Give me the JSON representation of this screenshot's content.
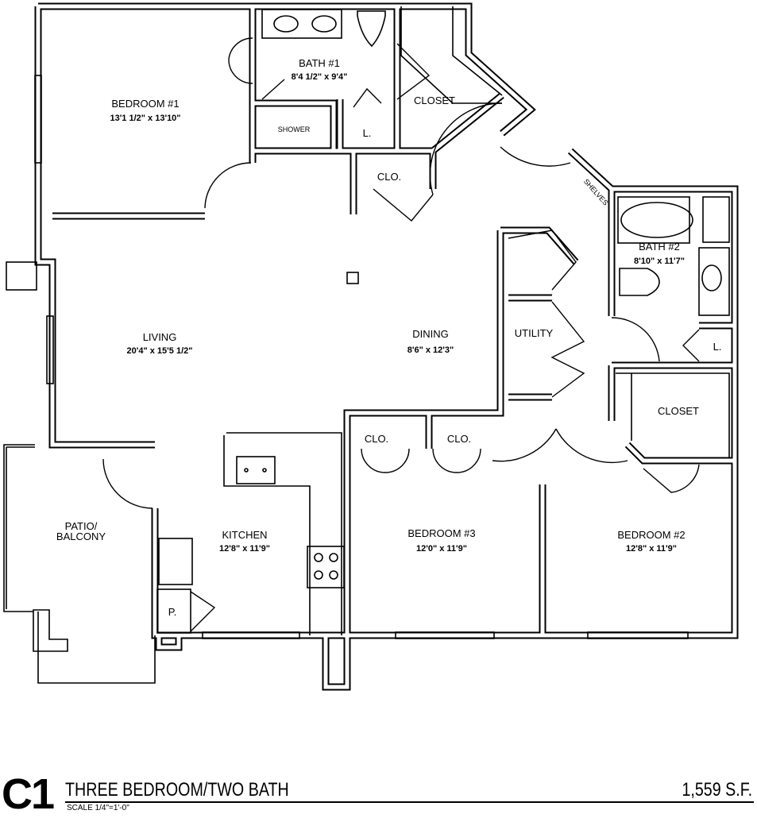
{
  "rooms": {
    "bedroom1": {
      "name": "BEDROOM #1",
      "dims": "13'1 1/2\" x 13'10\""
    },
    "bath1": {
      "name": "BATH #1",
      "dims": "8'4 1/2\" x 9'4\""
    },
    "closet1": {
      "name": "CLOSET"
    },
    "shower": {
      "name": "SHOWER"
    },
    "linen1": {
      "name": "L."
    },
    "clo_hall": {
      "name": "CLO."
    },
    "shelves": {
      "name": "SHELVES"
    },
    "bath2": {
      "name": "BATH #2",
      "dims": "8'10\" x 11'7\""
    },
    "linen2": {
      "name": "L."
    },
    "living": {
      "name": "LIVING",
      "dims": "20'4\" x 15'5 1/2\""
    },
    "dining": {
      "name": "DINING",
      "dims": "8'6\" x 12'3\""
    },
    "utility": {
      "name": "UTILITY"
    },
    "closet2": {
      "name": "CLOSET"
    },
    "clo_a": {
      "name": "CLO."
    },
    "clo_b": {
      "name": "CLO."
    },
    "patio": {
      "name1": "PATIO/",
      "name2": "BALCONY"
    },
    "kitchen": {
      "name": "KITCHEN",
      "dims": "12'8\" x 11'9\""
    },
    "pantry": {
      "name": "P."
    },
    "bedroom3": {
      "name": "BEDROOM #3",
      "dims": "12'0\" x 11'9\""
    },
    "bedroom2": {
      "name": "BEDROOM #2",
      "dims": "12'8\" x 11'9\""
    }
  },
  "footer": {
    "code": "C1",
    "title": "THREE BEDROOM/TWO BATH",
    "area": "1,559 S.F.",
    "scale": "SCALE 1/4\"=1'-0\""
  }
}
